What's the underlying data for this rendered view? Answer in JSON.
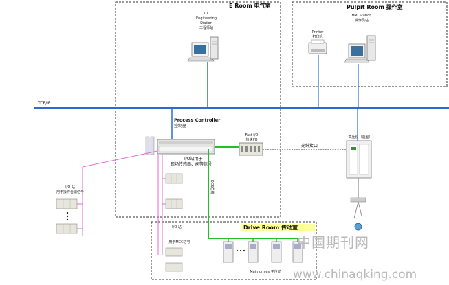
{
  "rooms": {
    "e_room": "E Room 电气室",
    "pulpit_room": "Pulpit Room 操作室",
    "drive_room": "Drive Room 传动室"
  },
  "network": {
    "tcpip": "TCP/IP"
  },
  "devices": {
    "engineering_station": [
      "L1",
      "Engineering",
      "Station",
      "工程师站"
    ],
    "hmi_station": [
      "HMI Station",
      "操作员站"
    ],
    "printer": [
      "Printer",
      "打印机"
    ],
    "process_controller": [
      "Process Controller",
      "控制器"
    ],
    "fast_io": [
      "Fast I/O",
      "快速I/O"
    ],
    "io_station_sensor": [
      "I/O站用于",
      "现场传感器、阀等信号"
    ],
    "io_station_console": [
      "I/O 站",
      "用于操作台输信号"
    ],
    "io_station_mcc": [
      "I/O 站",
      "用于MCC信号"
    ],
    "upper_device": [
      "高压仪（选型）"
    ],
    "main_drives": "Main drives 主传动"
  },
  "links": {
    "fiber": "光纤接口",
    "dcs_bus": "DCS总线"
  },
  "watermark": {
    "cn": "中国期刊网",
    "en": "www.chinaqking.com"
  },
  "colors": {
    "tcpip_line": "#2e6bd0",
    "green_link": "#22c026",
    "pink_link": "#e36bd6",
    "dash_border": "#333333",
    "watermark": "#b9b9b9"
  }
}
